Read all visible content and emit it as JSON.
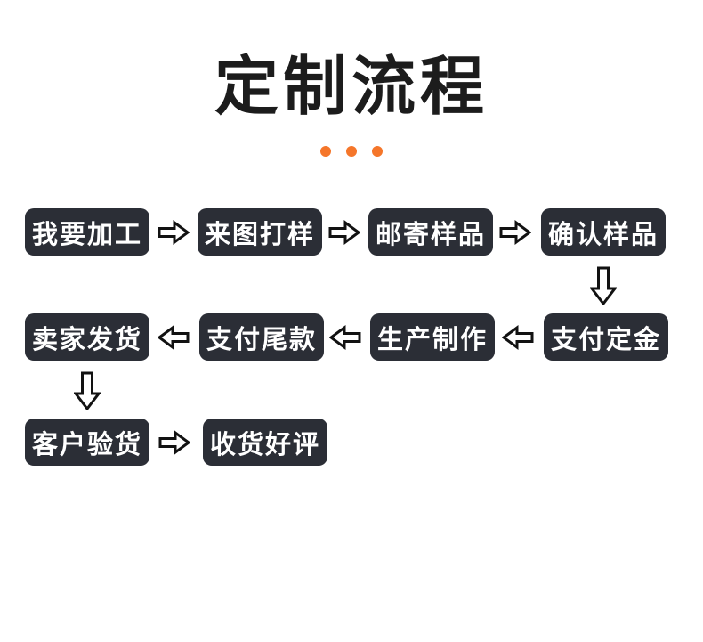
{
  "title": "定制流程",
  "flow": {
    "steps": [
      {
        "label": "我要加工"
      },
      {
        "label": "来图打样"
      },
      {
        "label": "邮寄样品"
      },
      {
        "label": "确认样品"
      },
      {
        "label": "支付定金"
      },
      {
        "label": "生产制作"
      },
      {
        "label": "支付尾款"
      },
      {
        "label": "卖家发货"
      },
      {
        "label": "客户验货"
      },
      {
        "label": "收货好评"
      }
    ]
  },
  "colors": {
    "accent": "#f5762a",
    "box-bg": "#2b2e36",
    "title": "#1c1c1c",
    "arrow-stroke": "#121212"
  }
}
